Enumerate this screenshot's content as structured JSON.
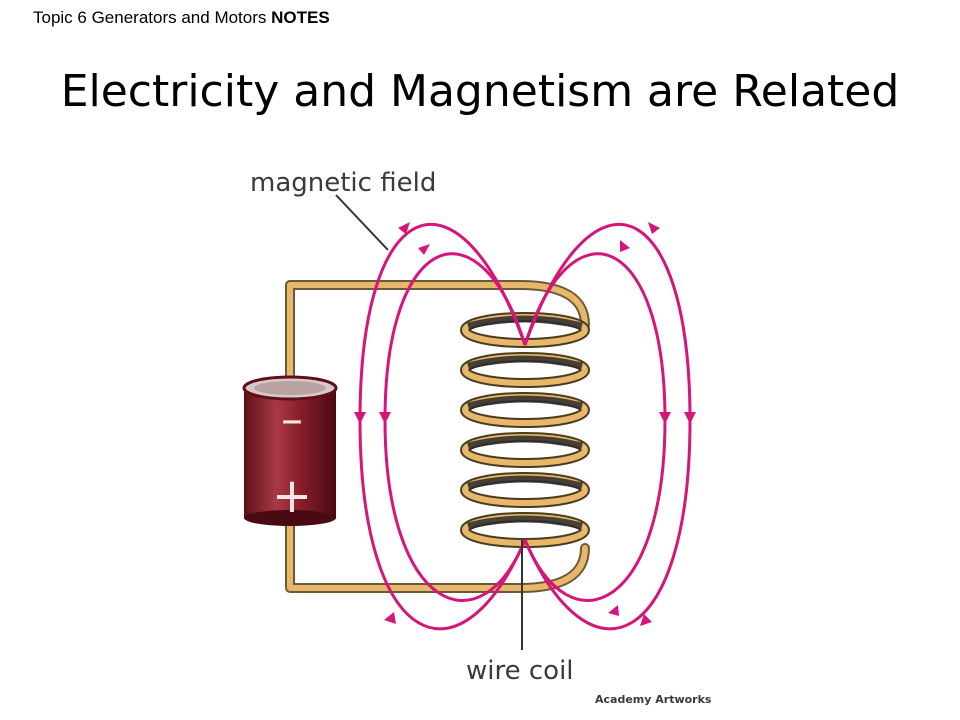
{
  "header": {
    "topic_prefix": "Topic 6 Generators and Motors ",
    "topic_bold": "NOTES"
  },
  "slide": {
    "title": "Electricity and Magnetism are Related"
  },
  "diagram": {
    "label_magnetic_field": "magnetic field",
    "label_wire_coil": "wire coil",
    "battery_minus": "–",
    "battery_plus": "+",
    "credit": "Academy Artworks",
    "colors": {
      "field_lines": "#d5157a",
      "wire": "#e8b86a",
      "battery": "#8a1f2a",
      "leader": "#333333"
    }
  }
}
